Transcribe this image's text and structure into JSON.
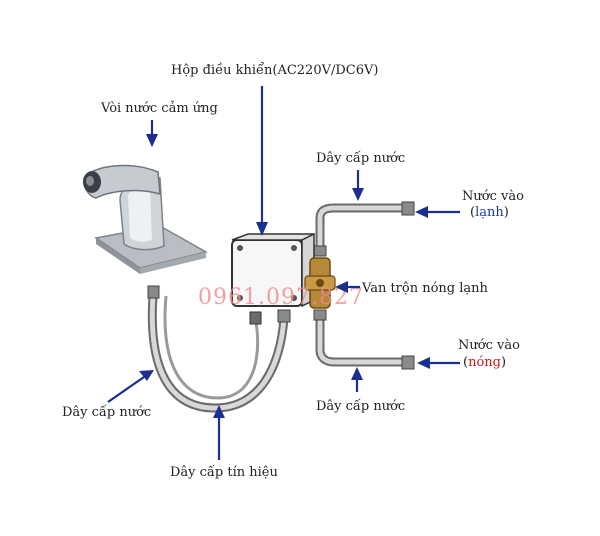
{
  "labels": {
    "control_box": "Hộp điều khiển(AC220V/DC6V)",
    "sensor_faucet": "Vòi nước cảm ứng",
    "supply_hose_top": "Dây cấp nước",
    "cold_in_line1": "Nước vào",
    "cold_in_open": "(",
    "cold_in_word": "lạnh",
    "cold_in_close": ")",
    "mixing_valve": "Van trộn nóng lạnh",
    "hot_in_line1": "Nước vào",
    "hot_in_open": "(",
    "hot_in_word": "nóng",
    "hot_in_close": ")",
    "supply_hose_bottom": "Dây cấp nước",
    "supply_hose_left": "Dây cấp nước",
    "signal_cable": "Dây cấp tín hiệu",
    "watermark": "0961.097.827"
  },
  "colors": {
    "arrow": "#1a2f8f",
    "cold_word": "#1a3aa8",
    "hot_word": "#d01818",
    "watermark": "#f08a8a"
  }
}
